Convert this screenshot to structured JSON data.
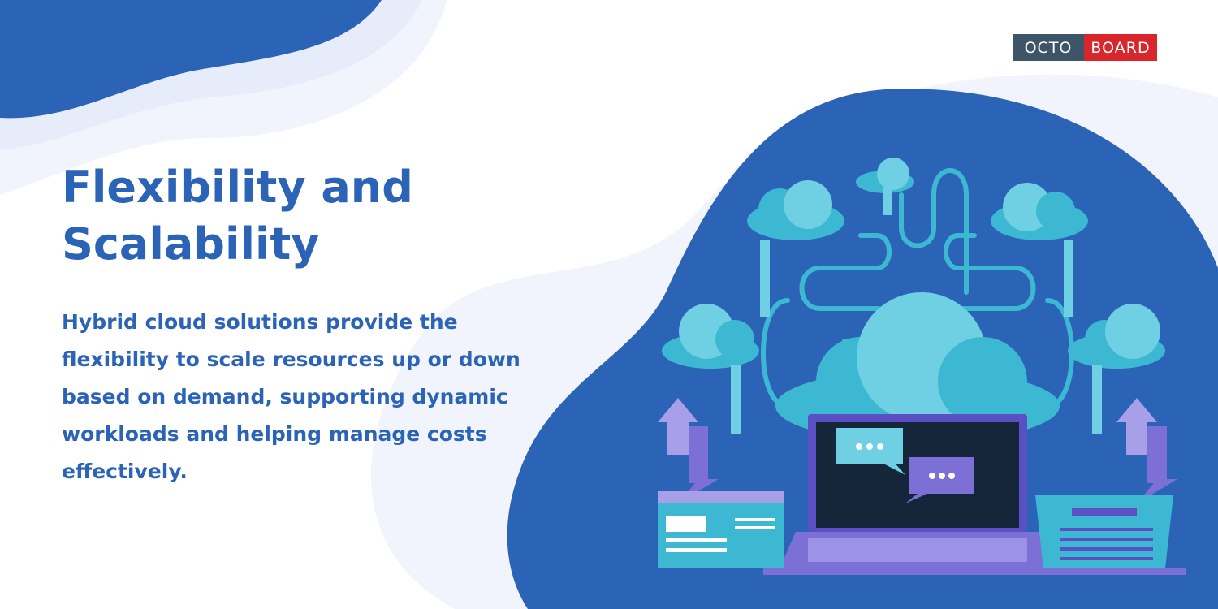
{
  "brand": {
    "left": "OCTO",
    "right": "BOARD",
    "colors": {
      "left_bg": "#3d5566",
      "right_bg": "#d8262d"
    }
  },
  "heading": {
    "line1": "Flexibility and",
    "line2": "Scalability"
  },
  "paragraph": "Hybrid cloud solutions provide the flexibility to scale resources up or down based on demand, supporting dynamic workloads and helping manage costs effectively.",
  "colors": {
    "primary_blue": "#2b63b7",
    "light_blue_bg": "#e8eefb",
    "cloud": "#3db8d3",
    "laptop_dark": "#15253a",
    "accent_purple": "#7c6fd6"
  },
  "illustration": {
    "icons": [
      "cloud-icon",
      "laptop-icon",
      "chat-bubble-icon",
      "browser-window-icon",
      "document-icon",
      "up-down-arrow-icon"
    ]
  }
}
